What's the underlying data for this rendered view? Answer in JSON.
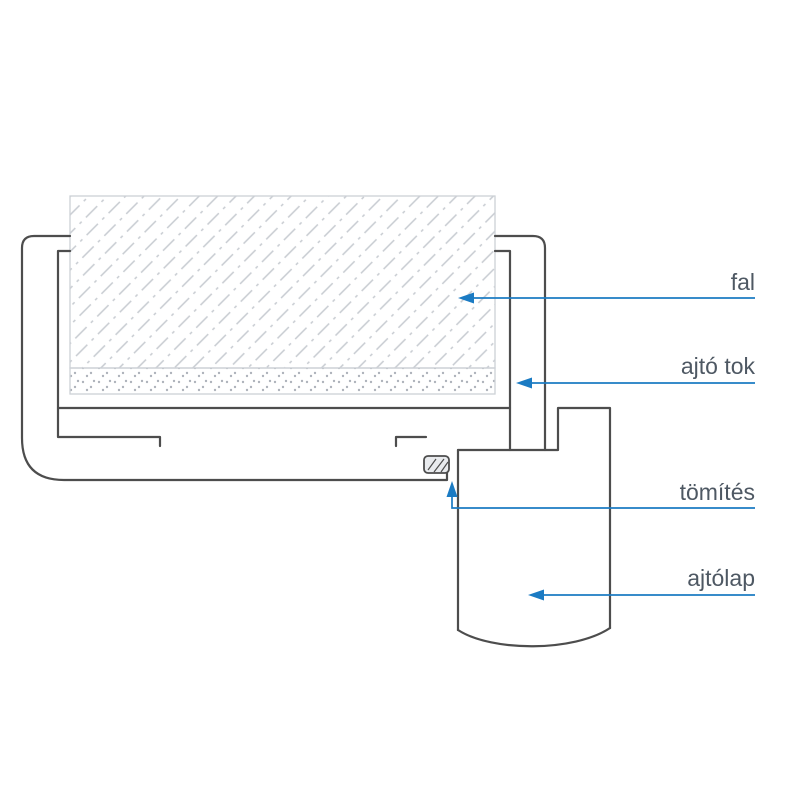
{
  "diagram": {
    "type": "door-frame-cross-section",
    "labels": {
      "wall": "fal",
      "door_frame": "ajtó tok",
      "seal": "tömítés",
      "door_leaf": "ajtólap"
    }
  },
  "colors": {
    "accent": "#1b7bc3",
    "frame_line": "#4d4d4d",
    "hatch": "#c7cbd1",
    "dots": "#aeb3bb",
    "label_text": "#4e5863",
    "background": "#ffffff"
  }
}
